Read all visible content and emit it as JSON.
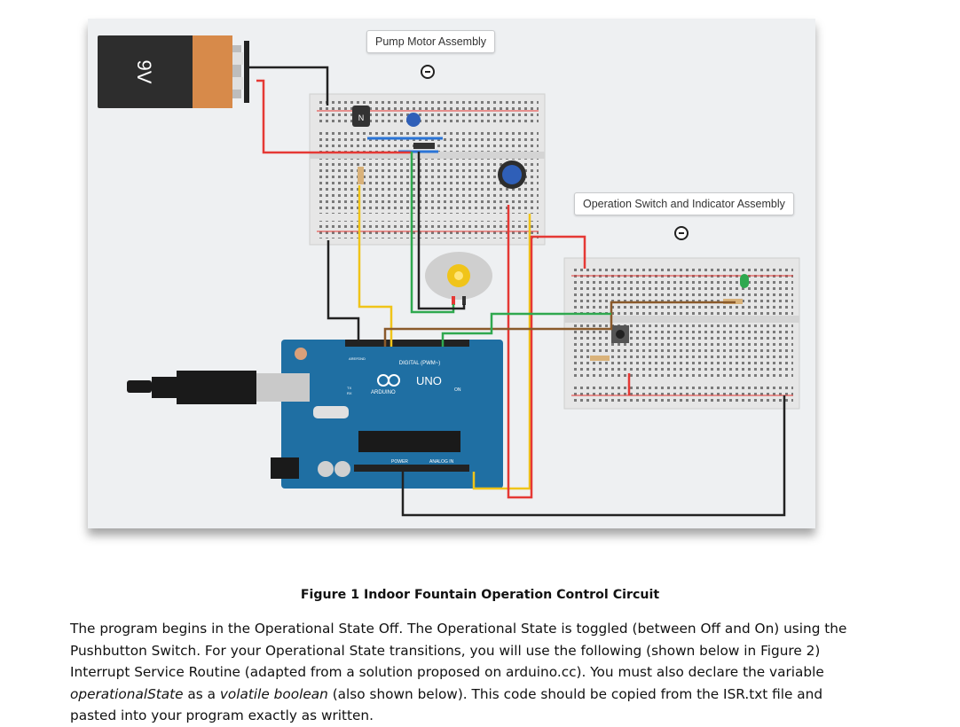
{
  "figure": {
    "battery_label": "9V",
    "pump_callout": "Pump Motor Assembly",
    "switch_callout": "Operation Switch and Indicator Assembly",
    "transistor_label": "N",
    "arduino": {
      "model": "UNO",
      "brand": "ARDUINO",
      "digital_label": "DIGITAL (PWM~)",
      "power_label": "POWER",
      "analog_label": "ANALOG IN",
      "on_label": "ON",
      "tx_label": "TX",
      "rx_label": "RX",
      "aref_label": "AREF",
      "gnd_label": "GND"
    }
  },
  "caption": "Figure 1 Indoor Fountain Operation Control Circuit",
  "paragraph": {
    "line1": "The program begins in the Operational State Off. The Operational State is toggled (between Off and On) using the",
    "line2": "Pushbutton Switch. For your Operational State transitions, you will use the following (shown below in Figure 2)",
    "line3": "Interrupt Service Routine (adapted from a solution proposed on arduino.cc). You must also declare the variable",
    "line4_var": "operationalState",
    "line4_mid": " as a ",
    "line4_type": "volatile boolean",
    "line4_end": " (also shown below). This code should be copied from the ISR.txt file and",
    "line5": "pasted into your program exactly as written."
  }
}
